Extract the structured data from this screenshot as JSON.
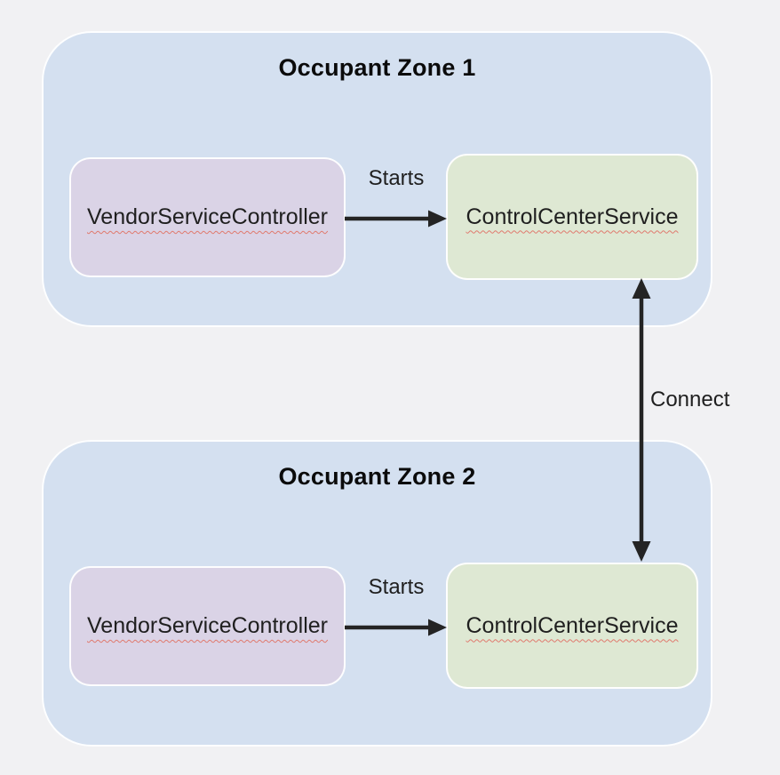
{
  "colors": {
    "page_bg": "#f1f1f3",
    "zone_fill": "#d4e0f0",
    "vendor_fill": "#dad3e6",
    "control_fill": "#dee8d3",
    "arrow": "#242424",
    "squiggle": "#e0796d",
    "label_text": "#1f1f1f",
    "title_text": "#0b0b0b"
  },
  "zones": [
    {
      "title": "Occupant Zone 1",
      "vendor_label": "VendorServiceController",
      "control_label": "ControlCenterService",
      "edge_label": "Starts"
    },
    {
      "title": "Occupant Zone 2",
      "vendor_label": "VendorServiceController",
      "control_label": "ControlCenterService",
      "edge_label": "Starts"
    }
  ],
  "connector": {
    "label": "Connect"
  }
}
